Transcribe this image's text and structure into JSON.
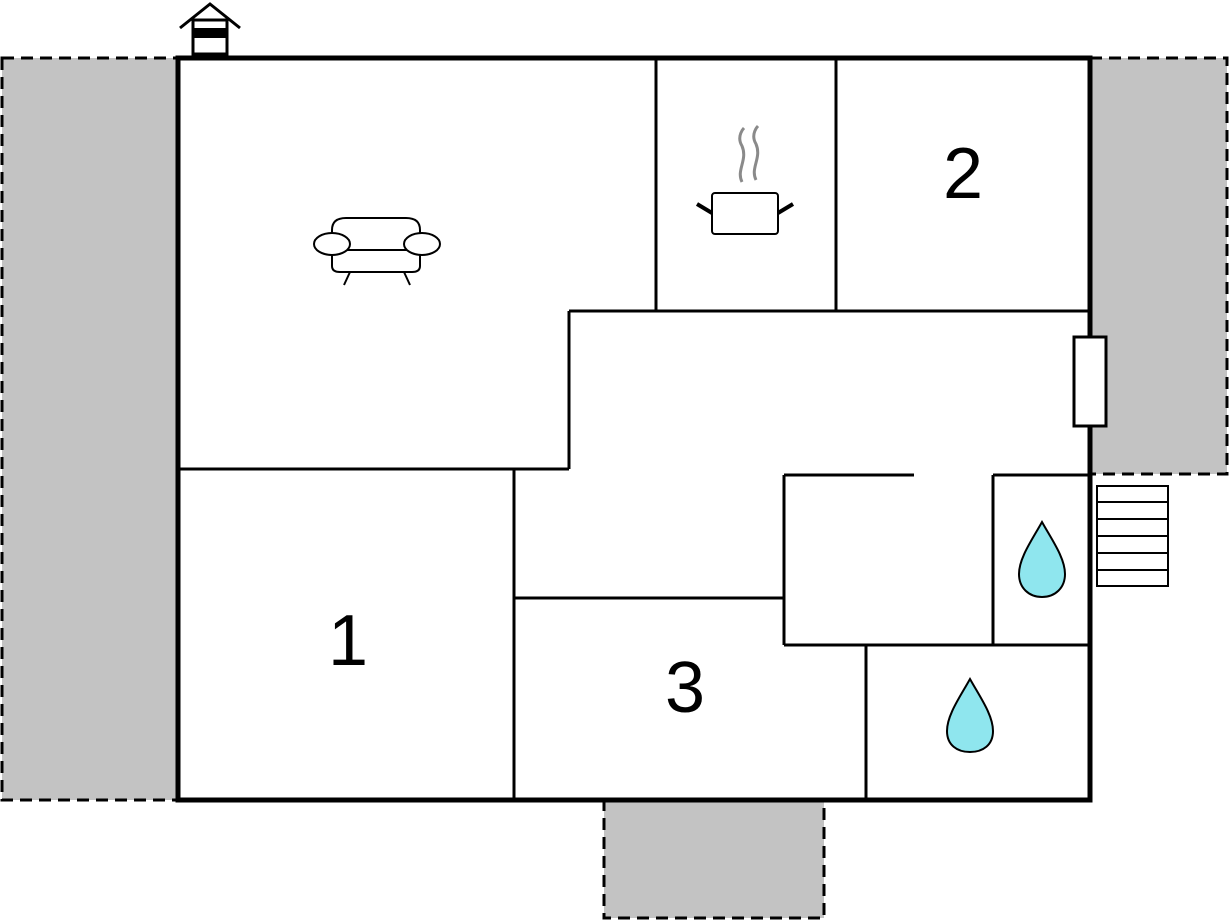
{
  "floorplan": {
    "rooms": [
      {
        "id": "living-room",
        "icon": "sofa-icon"
      },
      {
        "id": "kitchen",
        "icon": "cooking-pot-icon"
      },
      {
        "id": "bedroom-2",
        "label": "2"
      },
      {
        "id": "bedroom-1",
        "label": "1"
      },
      {
        "id": "bedroom-3",
        "label": "3"
      },
      {
        "id": "bathroom-small",
        "icon": "water-drop-icon"
      },
      {
        "id": "bathroom-large",
        "icon": "water-drop-icon"
      }
    ],
    "terraces": [
      "terrace-left",
      "terrace-right",
      "terrace-bottom"
    ],
    "fixtures": [
      "fireplace-chimney-icon",
      "window-icon",
      "stairs-icon"
    ],
    "colors": {
      "wall": "#000000",
      "terrace": "#c3c3c3",
      "water": "#8fe6ee",
      "steam": "#8a8a8a"
    }
  }
}
